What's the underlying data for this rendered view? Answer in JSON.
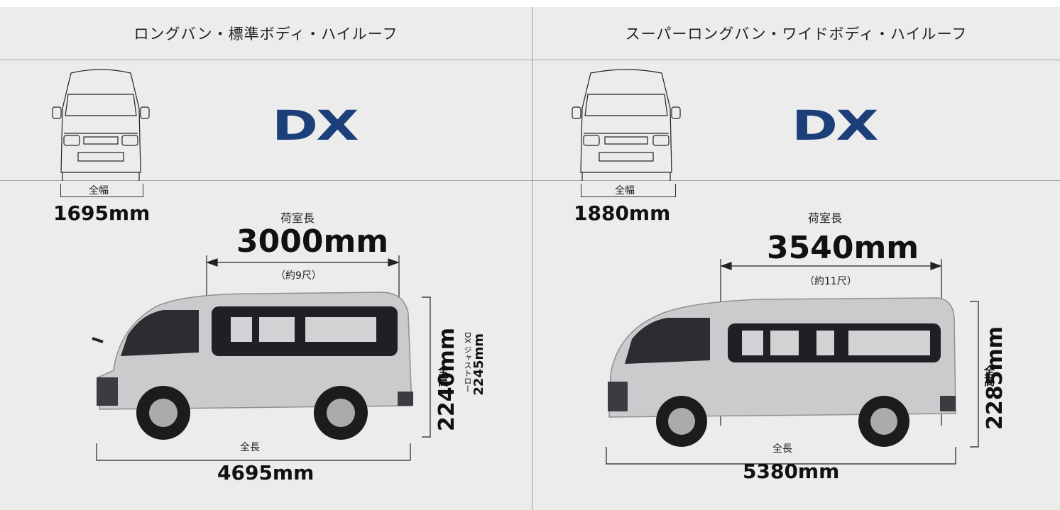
{
  "left": {
    "header": "ロングバン・標準ボディ・ハイルーフ",
    "grade": "DX",
    "width_label": "全幅",
    "width_value": "1695mm",
    "cargo_label": "荷室長",
    "cargo_value": "3000mm",
    "cargo_note": "（約9尺）",
    "height_label": "全高",
    "height_value": "2240mm",
    "alt_height_label": "DX ジャストロー",
    "alt_height_value": "2245mm",
    "length_label": "全長",
    "length_value": "4695mm"
  },
  "right": {
    "header": "スーパーロングバン・ワイドボディ・ハイルーフ",
    "grade": "DX",
    "width_label": "全幅",
    "width_value": "1880mm",
    "cargo_label": "荷室長",
    "cargo_value": "3540mm",
    "cargo_note": "（約11尺）",
    "height_label": "全高",
    "height_value": "2285mm",
    "length_label": "全長",
    "length_value": "5380mm"
  },
  "colors": {
    "panel_bg": "#ececec",
    "grade_blue": "#1c3f7a",
    "van_body": "#c9cbcd"
  }
}
